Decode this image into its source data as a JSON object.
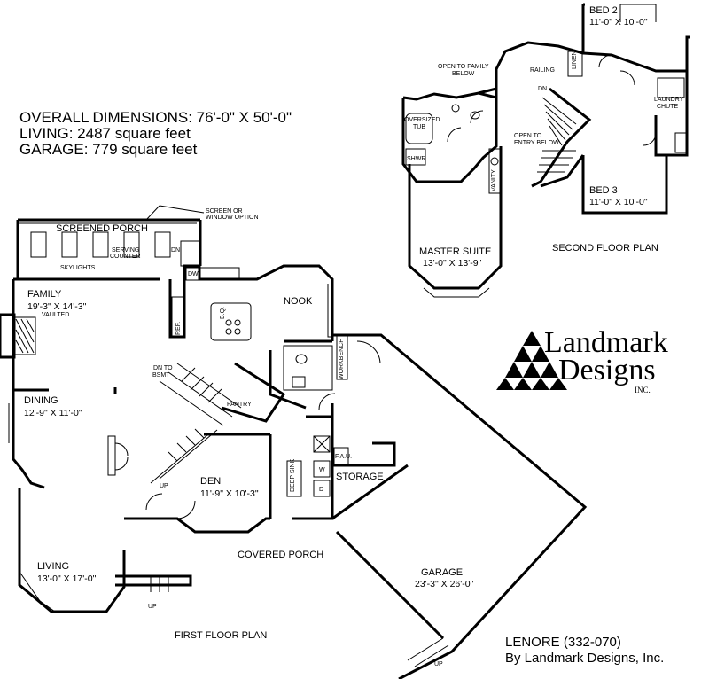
{
  "summary": {
    "overall": "OVERALL DIMENSIONS: 76'-0\" X 50'-0\"",
    "living": "LIVING: 2487 square feet",
    "garage": "GARAGE: 779 square feet"
  },
  "first_floor": {
    "caption": "FIRST FLOOR PLAN",
    "screened_porch": "SCREENED PORCH",
    "screen_option": "SCREEN OR",
    "screen_option2": "WINDOW OPTION",
    "skylights": "SKYLIGHTS",
    "serving": "SERVING",
    "counter": "COUNTER",
    "dn": "DN.",
    "family": "FAMILY",
    "family_dim": "19'-3\" X 14'-3\"",
    "vaulted": "VAULTED",
    "dw": "DW",
    "nook": "NOOK",
    "bq": "B.Q.",
    "ref": "REF.",
    "dn_to": "DN TO",
    "bsmt": "BSMT",
    "pantry": "PANTRY",
    "workbench": "WORKBENCH",
    "dining": "DINING",
    "dining_dim": "12'-9\" X 11'-0\"",
    "den": "DEN",
    "den_dim": "11'-9\" X 10'-3\"",
    "up": "UP",
    "deep_sink": "DEEP SINK",
    "w": "W",
    "d": "D",
    "fau": "F.A.U.",
    "storage": "STORAGE",
    "covered_porch": "COVERED PORCH",
    "living": "LIVING",
    "living_dim": "13'-0\" X 17'-0\"",
    "garage": "GARAGE",
    "garage_dim": "23'-3\" X 26'-0\""
  },
  "second_floor": {
    "caption": "SECOND FLOOR PLAN",
    "bed2": "BED 2",
    "bed2_dim": "11'-0\" X 10'-0\"",
    "bed3": "BED 3",
    "bed3_dim": "11'-0\" X 10'-0\"",
    "linen": "LINEN",
    "laundry": "LAUNDRY",
    "chute": "CHUTE",
    "open_family": "OPEN TO FAMILY",
    "below": "BELOW",
    "railing": "RAILING",
    "dn": "DN.",
    "open_entry": "OPEN TO",
    "entry_below": "ENTRY BELOW",
    "oversized": "OVERSIZED",
    "tub": "TUB",
    "shwr": "SHWR.",
    "vanity": "VANITY",
    "master": "MASTER SUITE",
    "master_dim": "13'-0\" X 13'-9\""
  },
  "logo": {
    "line1": "Landmark",
    "line2": "Designs",
    "inc": "INC."
  },
  "footer": {
    "name": "LENORE (332-070)",
    "by": "By Landmark Designs, Inc."
  }
}
